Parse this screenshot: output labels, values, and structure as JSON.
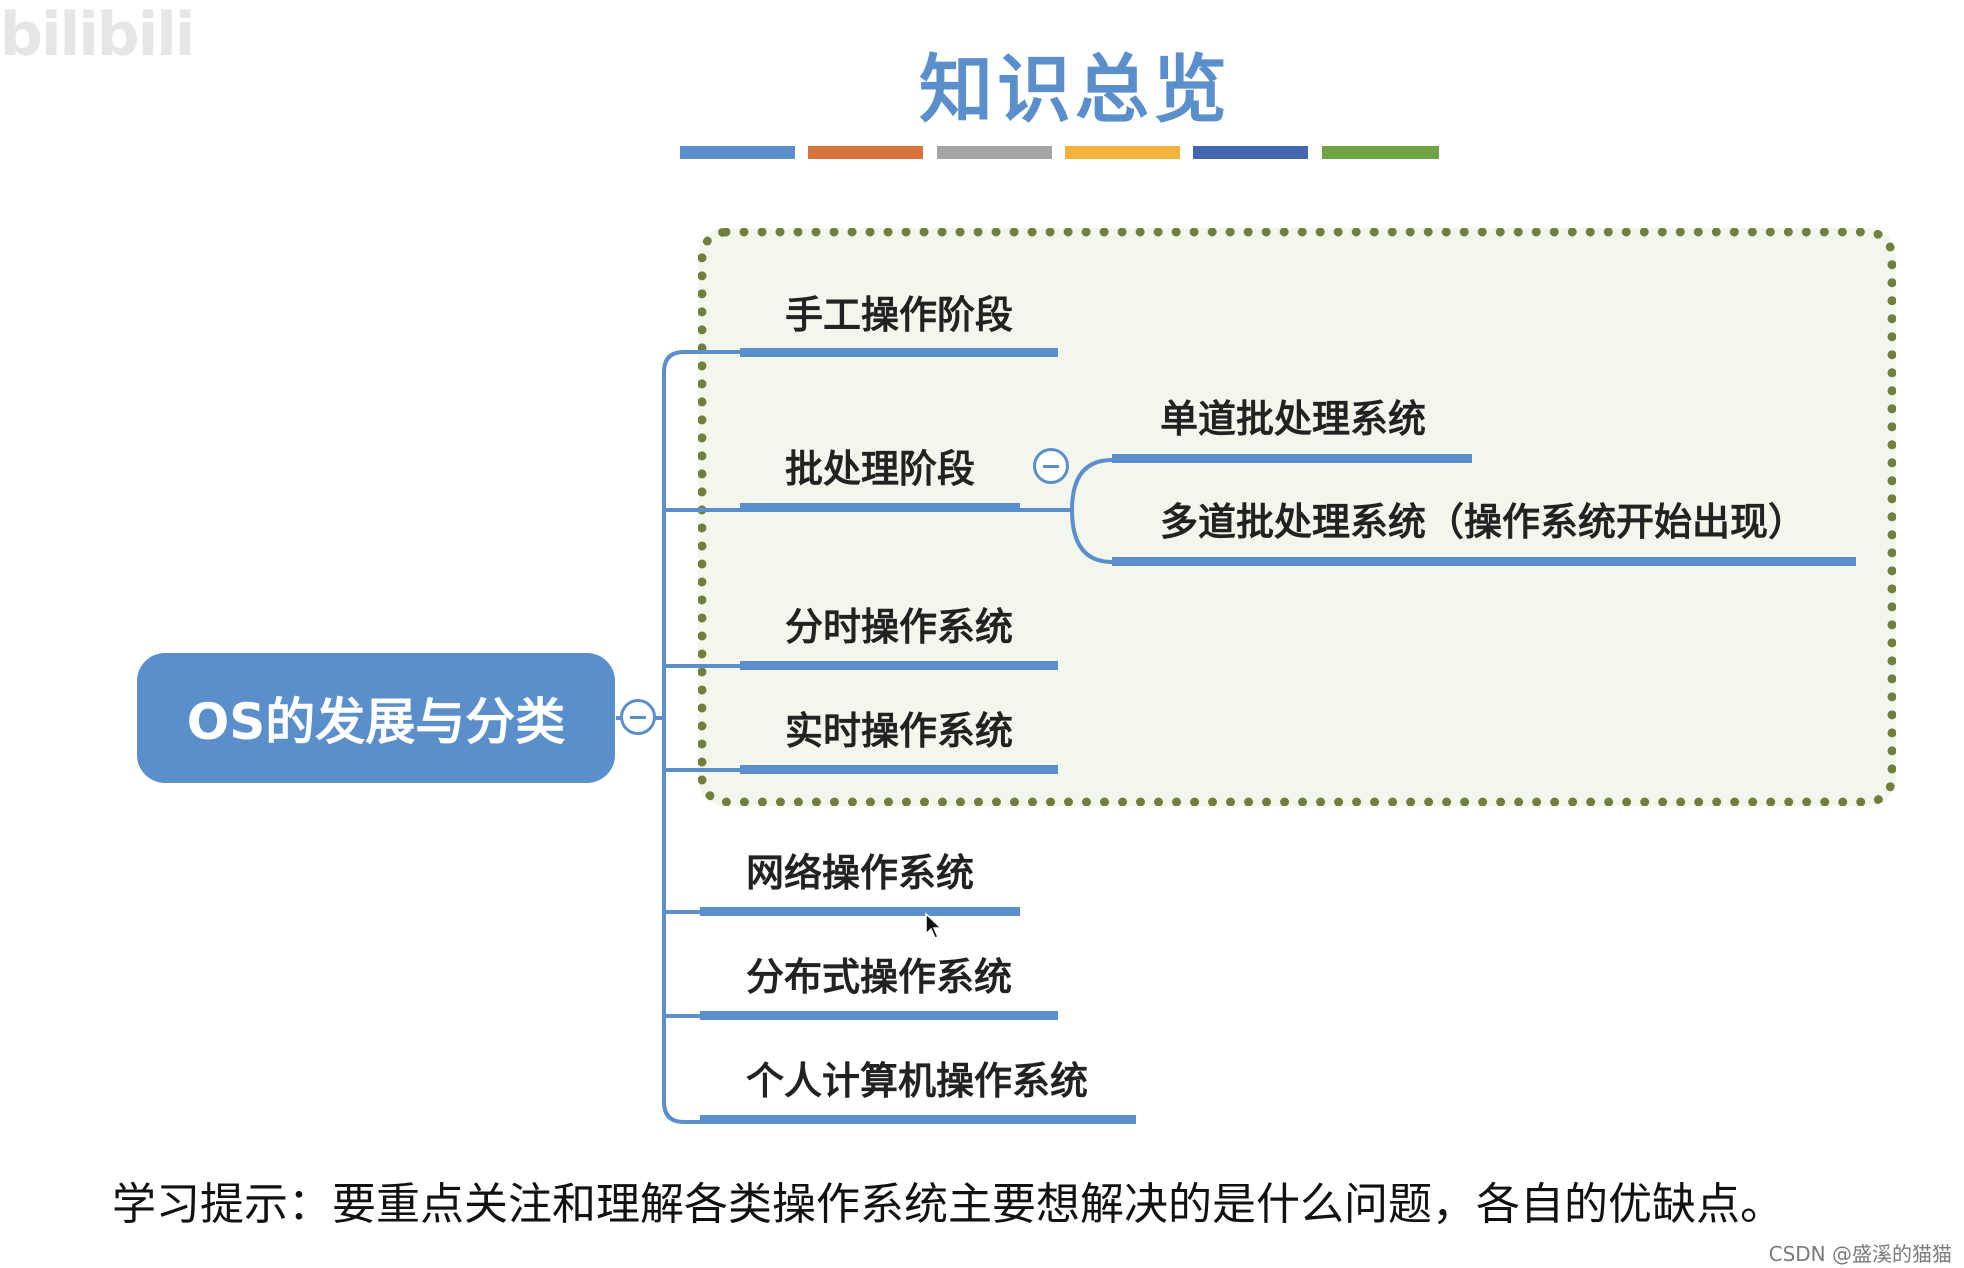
{
  "logo_text": "bilibili",
  "title": "知识总览",
  "color_bars": [
    "#5b8fcc",
    "#d9743f",
    "#a5a5a5",
    "#f2b33d",
    "#4468b0",
    "#70a244"
  ],
  "root": {
    "label": "OS的发展与分类"
  },
  "branches": [
    {
      "label": "手工操作阶段"
    },
    {
      "label": "批处理阶段",
      "children": [
        {
          "label": "单道批处理系统"
        },
        {
          "label": "多道批处理系统（操作系统开始出现）"
        }
      ]
    },
    {
      "label": "分时操作系统"
    },
    {
      "label": "实时操作系统"
    },
    {
      "label": "网络操作系统"
    },
    {
      "label": "分布式操作系统"
    },
    {
      "label": "个人计算机操作系统"
    }
  ],
  "tip": "学习提示：要重点关注和理解各类操作系统主要想解决的是什么问题，各自的优缺点。",
  "watermark": "CSDN @盛溪的猫猫",
  "colors": {
    "accent": "#5b8fcc",
    "frame_border": "#6f7f3c",
    "frame_fill": "#f2f6ec"
  }
}
